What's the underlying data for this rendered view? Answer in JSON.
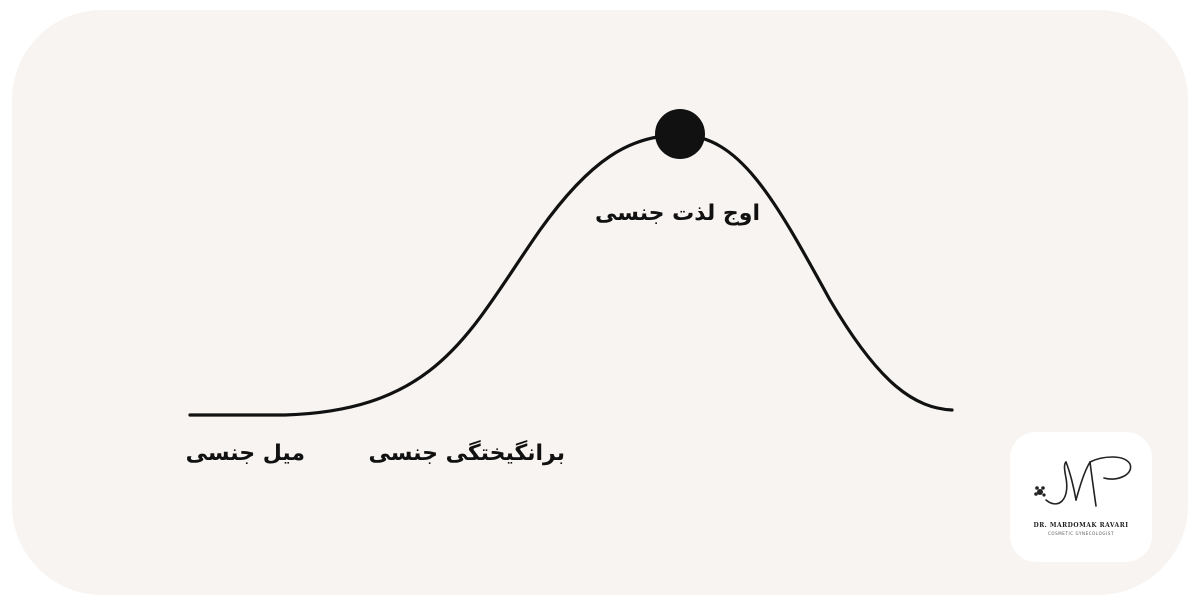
{
  "diagram": {
    "labels": {
      "desire": "میل جنسی",
      "arousal": "برانگیختگی جنسی",
      "orgasm": "اوج لذت جنسی"
    },
    "colors": {
      "background": "#f7f4f1",
      "curve": "#111111",
      "peak_marker": "#111111"
    }
  },
  "logo": {
    "monogram": "M",
    "name": "DR. MARDOMAK RAVARI",
    "subtitle": "COSMETIC GYNECOLOGIST",
    "icon": "flower-icon"
  }
}
